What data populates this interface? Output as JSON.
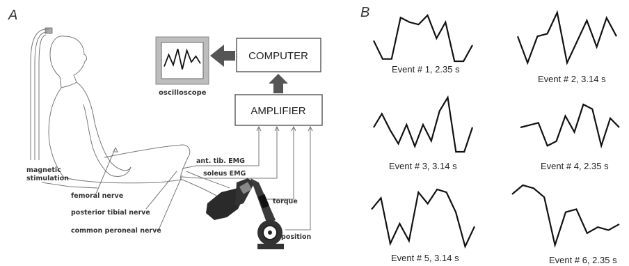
{
  "panel_a": {
    "letter": "A",
    "oscilloscope_label": "oscilloscope",
    "computer_label": "COMPUTER",
    "amplifier_label": "AMPLIFIER",
    "magnetic_stimulation_line1": "magnetic",
    "magnetic_stimulation_line2": "stimulation",
    "ant_tib_emg_label": "ant. tib. EMG",
    "soleus_emg_label": "soleus EMG",
    "torque_label": "torque",
    "position_label": "position",
    "femoral_nerve_label": "femoral nerve",
    "posterior_tibial_nerve_label": "posterior tibial nerve",
    "common_peroneal_nerve_label": "common peroneal nerve"
  },
  "panel_b": {
    "letter": "B",
    "events": [
      {
        "label": "Event # 1, 2.35 s",
        "trace": [
          0.45,
          0.05,
          0.05,
          0.95,
          0.85,
          0.8,
          1.0,
          0.5,
          0.85,
          0.0,
          0.0,
          0.35
        ]
      },
      {
        "label": "Event # 2, 3.14 s",
        "trace": [
          0.55,
          0.05,
          0.55,
          0.6,
          1.0,
          0.05,
          0.45,
          0.85,
          0.35,
          0.9,
          0.55
        ]
      },
      {
        "label": "Event # 3, 3.14 s",
        "trace": [
          0.45,
          0.7,
          0.4,
          0.15,
          0.5,
          0.1,
          0.5,
          0.2,
          0.75,
          1.0,
          0.0,
          0.0,
          0.45
        ]
      },
      {
        "label": "Event # 4, 2.35 s",
        "trace": [
          0.5,
          0.55,
          0.6,
          0.1,
          0.2,
          0.75,
          0.4,
          1.0,
          0.9,
          0.1,
          0.7,
          0.5
        ]
      },
      {
        "label": "Event # 5, 3.14 s",
        "trace": [
          0.65,
          0.85,
          0.05,
          0.4,
          0.1,
          0.95,
          0.75,
          1.0,
          0.95,
          0.6,
          0.0,
          0.35
        ]
      },
      {
        "label": "Event # 6, 2.35 s",
        "trace": [
          0.85,
          1.0,
          0.95,
          0.8,
          0.0,
          0.55,
          0.6,
          0.2,
          0.3,
          0.25,
          0.35
        ]
      }
    ]
  },
  "oscilloscope_trace": [
    0.3,
    0.7,
    0.35,
    0.9,
    0.2,
    0.85,
    0.45,
    0.65,
    0.4
  ]
}
